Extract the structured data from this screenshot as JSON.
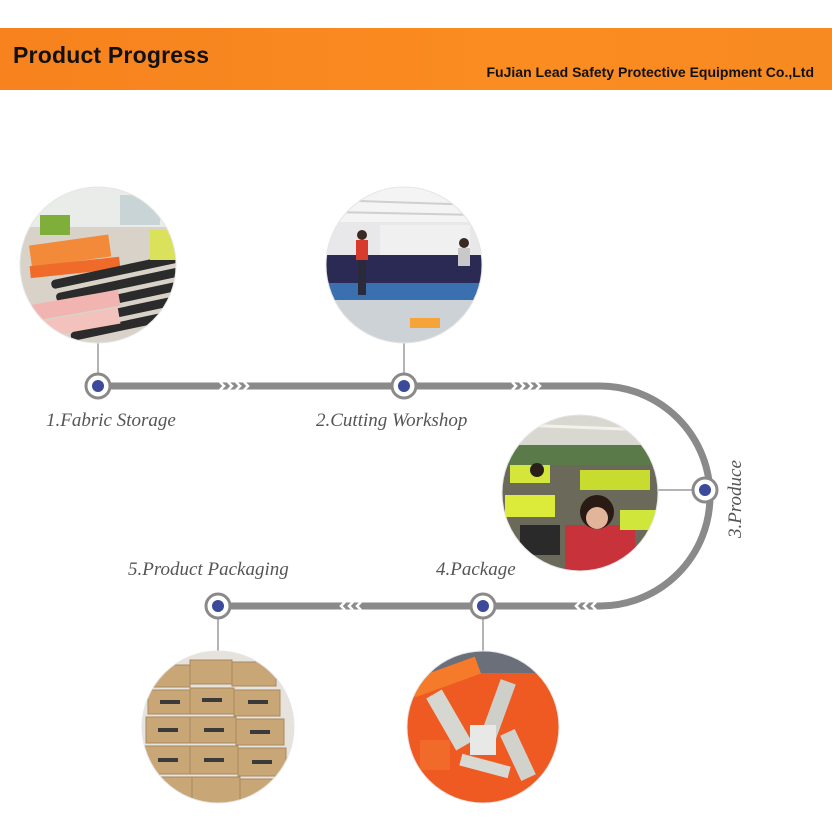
{
  "header": {
    "title": "Product Progress",
    "company": "FuJian Lead Safety Protective Equipment Co.,Ltd"
  },
  "colors": {
    "accent": "#f7821e",
    "track": "#8a8a8a",
    "node_fill": "#3b4a9a"
  },
  "steps": [
    {
      "label": "1.Fabric Storage",
      "photo": "fabric-rolls-photo"
    },
    {
      "label": "2.Cutting Workshop",
      "photo": "cutting-workshop-photo"
    },
    {
      "label": "3.Produce",
      "photo": "sewing-workers-photo"
    },
    {
      "label": "4.Package",
      "photo": "orange-vests-photo"
    },
    {
      "label": "5.Product Packaging",
      "photo": "cardboard-boxes-photo"
    }
  ]
}
